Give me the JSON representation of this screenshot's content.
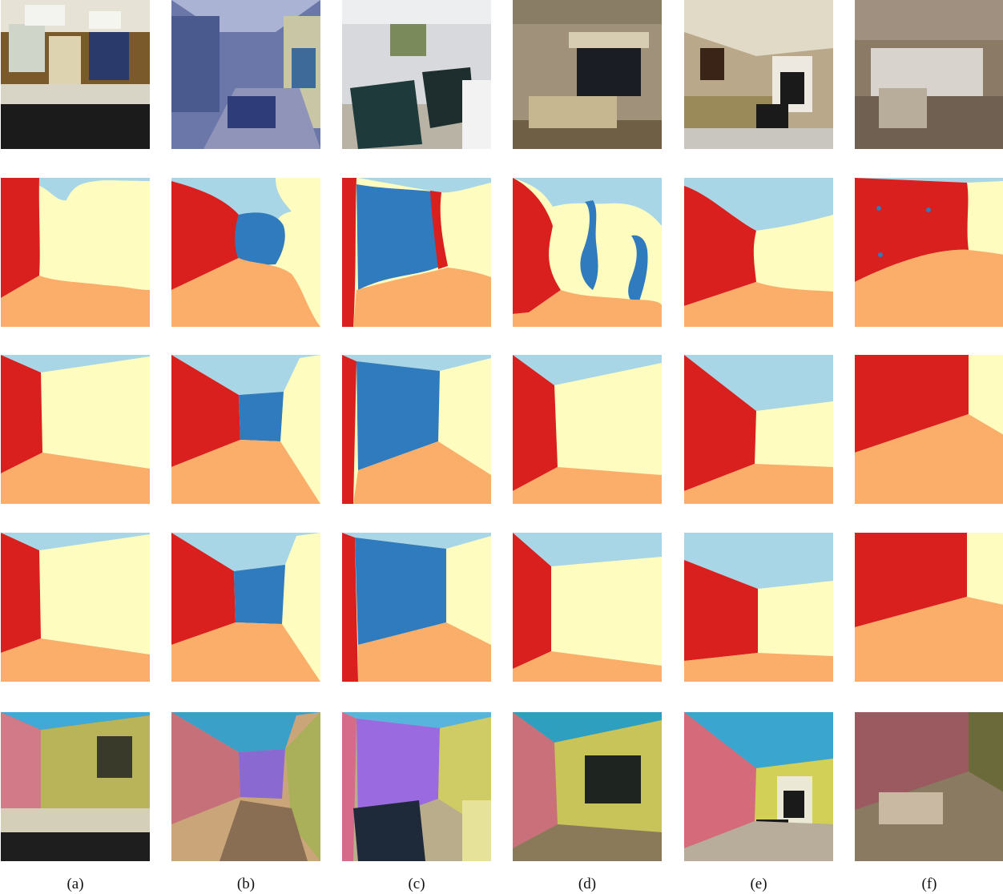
{
  "figure": {
    "columns": [
      {
        "caption": "(a)"
      },
      {
        "caption": "(b)"
      },
      {
        "caption": "(c)"
      },
      {
        "caption": "(d)"
      },
      {
        "caption": "(e)"
      },
      {
        "caption": "(f)"
      }
    ],
    "rows": [
      "input-photo",
      "segmentation-coarse",
      "segmentation-refined-1",
      "segmentation-refined-2",
      "overlay"
    ]
  },
  "colors": {
    "ceiling": "#a8d6e6",
    "left_wall": "#d9201e",
    "front_wall": "#2f7bbd",
    "right_wall": "#fffcc0",
    "floor": "#fbad6a"
  }
}
